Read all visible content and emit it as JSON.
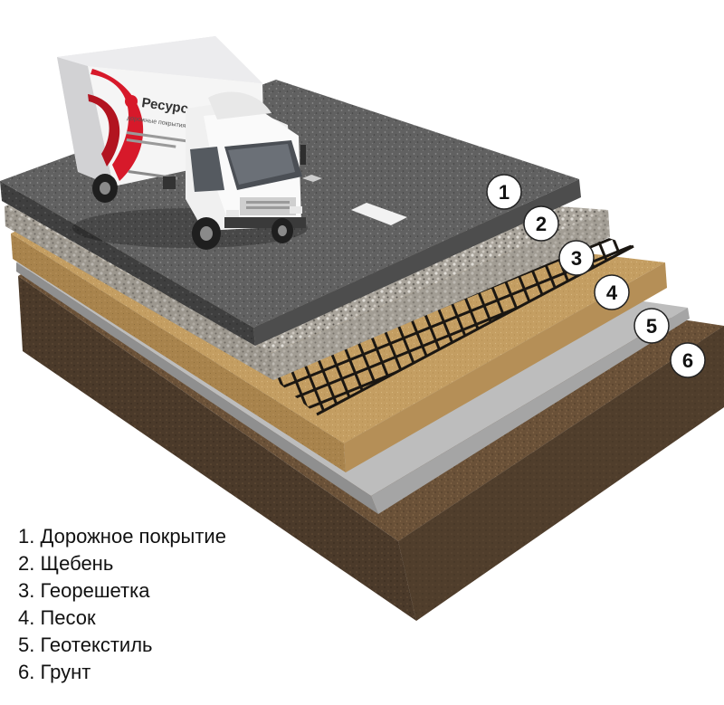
{
  "layers": [
    {
      "number": "1",
      "label": "Дорожное покрытие",
      "color": "#6b6b6b"
    },
    {
      "number": "2",
      "label": "Щебень",
      "color": "#b8b3ab"
    },
    {
      "number": "3",
      "label": "Георешетка",
      "color": "#1e1a15"
    },
    {
      "number": "4",
      "label": "Песок",
      "color": "#c49e62"
    },
    {
      "number": "5",
      "label": "Геотекстиль",
      "color": "#b9b9b9"
    },
    {
      "number": "6",
      "label": "Грунт",
      "color": "#5a4632"
    }
  ],
  "legend_separator": ". ",
  "truck": {
    "brand": "Ресурс",
    "tagline": "дорожные покрытия",
    "accent_color": "#d7192a"
  }
}
